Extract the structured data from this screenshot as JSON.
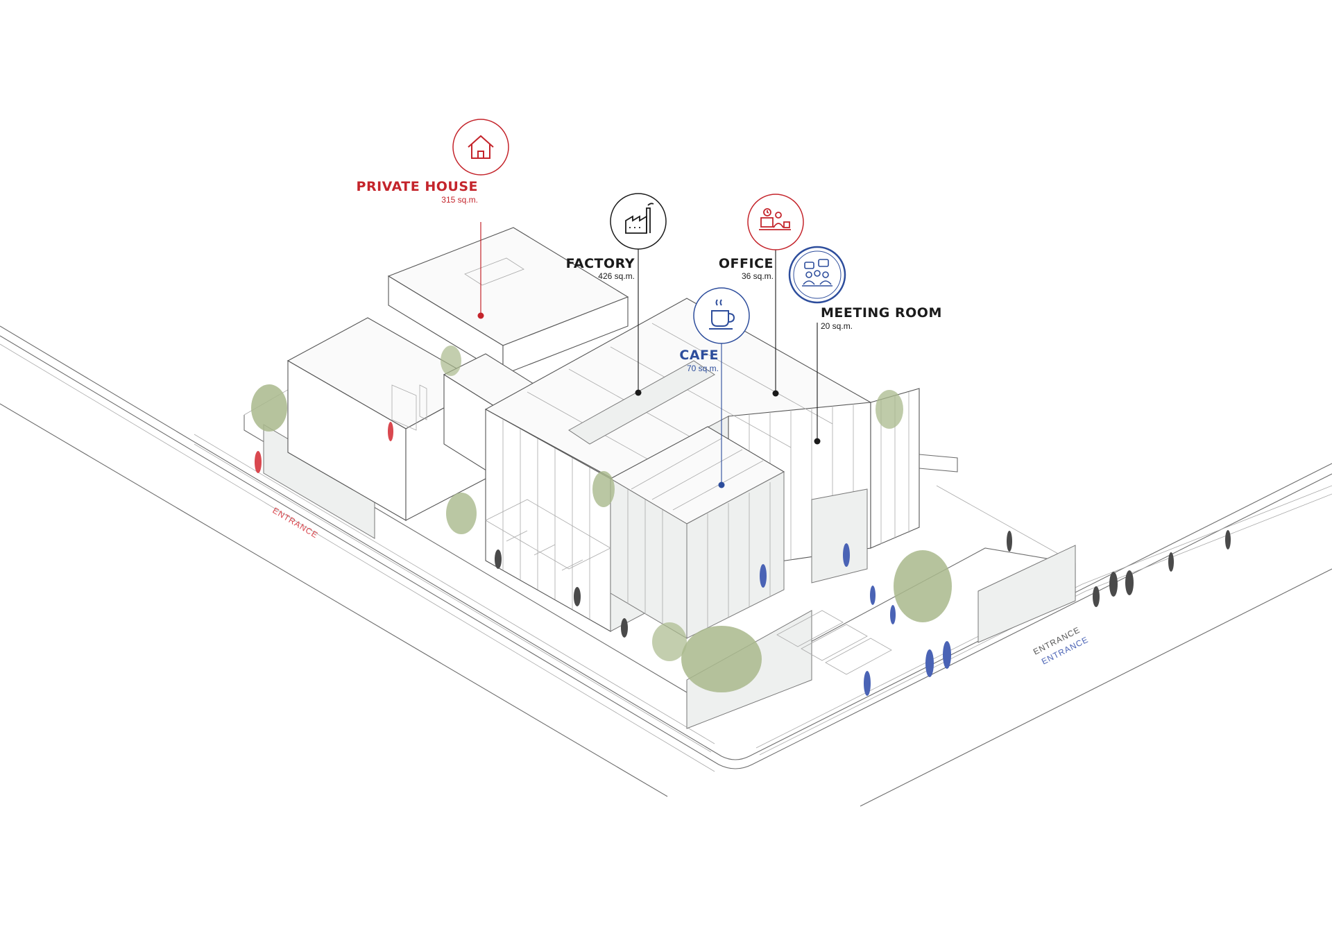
{
  "colors": {
    "private": "#c4242b",
    "cafe": "#2d4d9c",
    "neutral": "#1a1a1a",
    "line": "#6d6d6d",
    "tree": "#a9b98c",
    "person_gray": "#4a4a4a",
    "person_blue": "#4a63b5",
    "person_red": "#d9484f"
  },
  "zones": {
    "private_house": {
      "title": "PRIVATE HOUSE",
      "area": "315 sq.m.",
      "icon": "house-icon"
    },
    "factory": {
      "title": "FACTORY",
      "area": "426 sq.m.",
      "icon": "factory-icon"
    },
    "office": {
      "title": "OFFICE",
      "area": "36 sq.m.",
      "icon": "office-desk-icon"
    },
    "cafe": {
      "title": "CAFE",
      "area": "70 sq.m.",
      "icon": "coffee-cup-icon"
    },
    "meeting_room": {
      "title": "MEETING ROOM",
      "area": "20 sq.m.",
      "icon": "meeting-icon"
    }
  },
  "entrances": {
    "left": "ENTRANCE",
    "right_gray": "ENTRANCE",
    "right_blue": "ENTRANCE"
  }
}
